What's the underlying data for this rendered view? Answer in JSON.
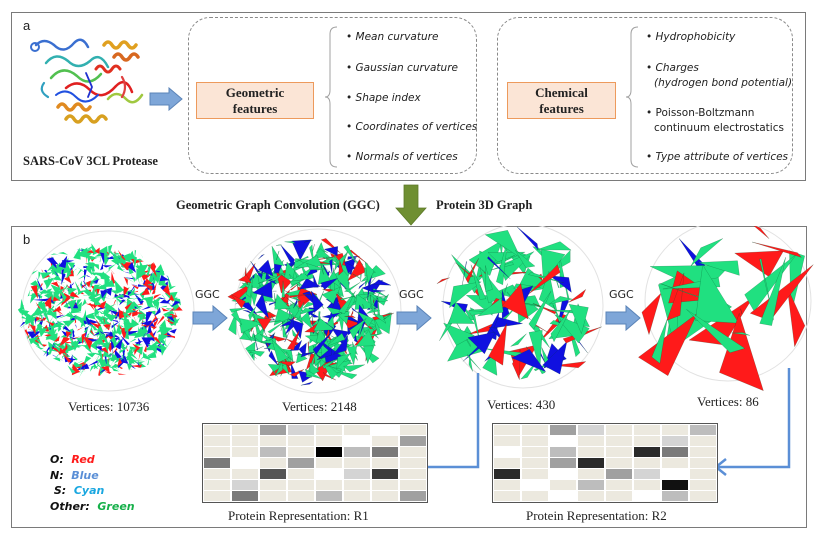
{
  "panel_a": {
    "label": "a",
    "protein_caption": "SARS-CoV 3CL Protease",
    "geometric": {
      "title_line1": "Geometric",
      "title_line2": "features",
      "items": [
        "• Mean  curvature",
        "• Gaussian curvature",
        "• Shape index",
        "• Coordinates of vertices",
        "• Normals of vertices"
      ]
    },
    "chemical": {
      "title_line1": "Chemical",
      "title_line2": "features",
      "items": [
        {
          "line1": "• Hydrophobicity",
          "line2": "",
          "italic": true
        },
        {
          "line1": "• Charges",
          "line2": "(hydrogen bond potential)",
          "italic": true
        },
        {
          "line1": "• Poisson-Boltzmann",
          "line2": "continuum electrostatics",
          "italic": false
        },
        {
          "line1": "• Type attribute of vertices",
          "line2": "",
          "italic": true
        }
      ]
    }
  },
  "connector": {
    "left_label": "Geometric Graph Convolution (GGC)",
    "right_label": "Protein 3D Graph",
    "arrow_color": "#6f8f32"
  },
  "panel_b": {
    "label": "b",
    "stages": [
      {
        "vertices_label": "Vertices: 10736"
      },
      {
        "vertices_label": "Vertices: 2148"
      },
      {
        "vertices_label": "Vertices: 430"
      },
      {
        "vertices_label": "Vertices: 86"
      }
    ],
    "ggc_labels": [
      "GGC",
      "GGC",
      "GGC"
    ],
    "legend": [
      {
        "key": "O:",
        "value": "Red",
        "color": "#ff1a1a"
      },
      {
        "key": "N:",
        "value": "Blue",
        "color": "#5b8fd6"
      },
      {
        "key": "S:",
        "value": "Cyan",
        "color": "#1aa7e0"
      },
      {
        "key": "Other:",
        "value": "Green",
        "color": "#16b04a"
      }
    ],
    "representations": [
      {
        "caption": "Protein  Representation: R1",
        "cells": [
          [
            "#ece9df",
            "#ece9df",
            "#a0a0a0",
            "#d4d4d4",
            "#ece9df",
            "#ece9df",
            "#ffffff",
            "#ece9df"
          ],
          [
            "#ece9df",
            "#ece9df",
            "#ece9df",
            "#ece9df",
            "#ece9df",
            "#ffffff",
            "#ece9df",
            "#a0a0a0"
          ],
          [
            "#ece9df",
            "#ece9df",
            "#bdbdbd",
            "#ece9df",
            "#000000",
            "#bdbdbd",
            "#7a7a7a",
            "#ece9df"
          ],
          [
            "#7a7a7a",
            "#ffffff",
            "#ece9df",
            "#a0a0a0",
            "#ece9df",
            "#ece9df",
            "#ece9df",
            "#ece9df"
          ],
          [
            "#ece9df",
            "#ece9df",
            "#555555",
            "#ece9df",
            "#ffffff",
            "#d4d4d4",
            "#3d3d3d",
            "#ece9df"
          ],
          [
            "#ece9df",
            "#d4d4d4",
            "#ece9df",
            "#ece9df",
            "#ece9df",
            "#ece9df",
            "#ece9df",
            "#ece9df"
          ],
          [
            "#ece9df",
            "#7a7a7a",
            "#ece9df",
            "#ece9df",
            "#bdbdbd",
            "#ece9df",
            "#ece9df",
            "#a0a0a0"
          ]
        ]
      },
      {
        "caption": "Protein  Representation: R2",
        "cells": [
          [
            "#ece9df",
            "#ece9df",
            "#a0a0a0",
            "#d4d4d4",
            "#ece9df",
            "#ece9df",
            "#ece9df",
            "#bdbdbd"
          ],
          [
            "#ece9df",
            "#ece9df",
            "#ffffff",
            "#ece9df",
            "#ece9df",
            "#ece9df",
            "#d4d4d4",
            "#ece9df"
          ],
          [
            "#ffffff",
            "#ece9df",
            "#bdbdbd",
            "#ece9df",
            "#ece9df",
            "#2a2a2a",
            "#7a7a7a",
            "#ece9df"
          ],
          [
            "#ece9df",
            "#ece9df",
            "#a0a0a0",
            "#2a2a2a",
            "#ece9df",
            "#ece9df",
            "#ece9df",
            "#ece9df"
          ],
          [
            "#2a2a2a",
            "#ece9df",
            "#ffffff",
            "#ece9df",
            "#a0a0a0",
            "#d4d4d4",
            "#ffffff",
            "#ece9df"
          ],
          [
            "#ece9df",
            "#ffffff",
            "#ece9df",
            "#bdbdbd",
            "#ece9df",
            "#ece9df",
            "#111111",
            "#ece9df"
          ],
          [
            "#ece9df",
            "#ece9df",
            "#ffffff",
            "#ece9df",
            "#ece9df",
            "#ffffff",
            "#bdbdbd",
            "#ece9df"
          ]
        ]
      }
    ]
  },
  "colors": {
    "flow_arrow": "#7ea6d8",
    "connector_line": "#5b8fd6",
    "feature_box_fill": "#fbe5d6",
    "feature_box_border": "#ed9a5c",
    "surface_red": "#ff1a1a",
    "surface_blue": "#1010e0",
    "surface_green": "#20e080"
  }
}
